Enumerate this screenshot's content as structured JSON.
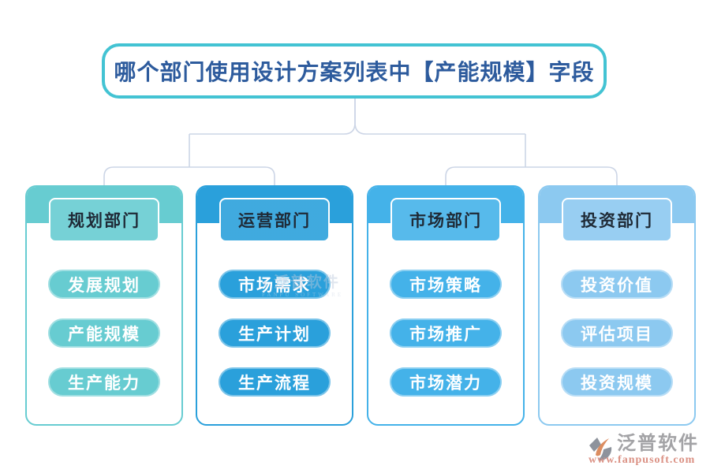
{
  "title": "哪个部门使用设计方案列表中【产能规模】字段",
  "columns": [
    {
      "name": "规划部门",
      "color": "#67ccd1",
      "items": [
        "发展规划",
        "产能规模",
        "生产能力"
      ]
    },
    {
      "name": "运营部门",
      "color": "#2aa0db",
      "items": [
        "市场需求",
        "生产计划",
        "生产流程"
      ]
    },
    {
      "name": "市场部门",
      "color": "#44b2e9",
      "items": [
        "市场策略",
        "市场推广",
        "市场潜力"
      ]
    },
    {
      "name": "投资部门",
      "color": "#8cc9f0",
      "items": [
        "投资价值",
        "评估项目",
        "投资规模"
      ]
    }
  ],
  "watermark": {
    "text": "泛普软件",
    "subtext": "FANPU SOFTWARE"
  },
  "footer": {
    "brand": "泛普软件",
    "url": "www.fanpusoft.com"
  },
  "colors": {
    "title_border": "#43c3d3",
    "title_text": "#2d5b9d",
    "connector_line": "#ccd5e6",
    "logo_gray": "#8e939c",
    "logo_orange": "#dc8d60",
    "url_text": "#db9184"
  }
}
